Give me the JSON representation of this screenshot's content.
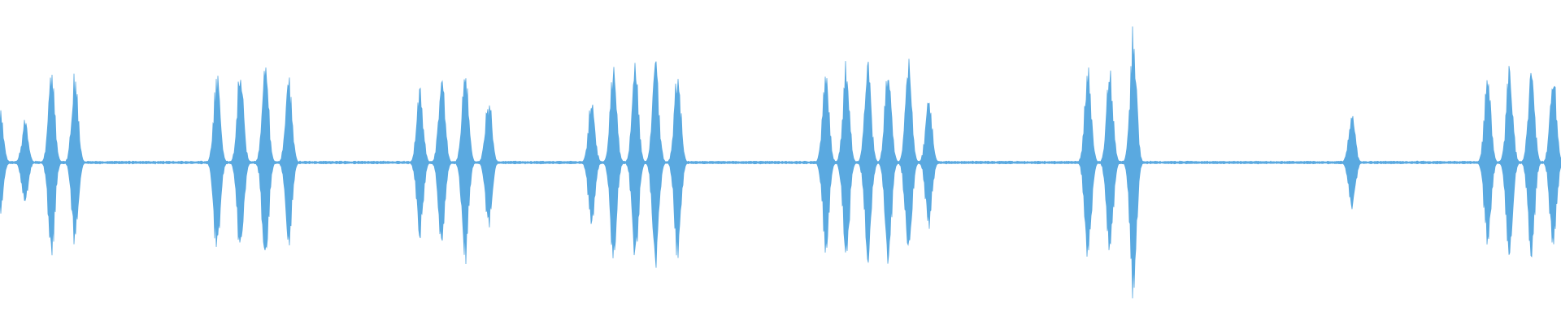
{
  "waveform": {
    "color": "#5aa9e0",
    "background": "#ffffff",
    "baseline_noise": 0.01,
    "bursts": [
      {
        "at": 0.0,
        "amp": 0.5
      },
      {
        "at": 0.016,
        "amp": 0.4
      },
      {
        "at": 0.033,
        "amp": 0.92
      },
      {
        "at": 0.048,
        "amp": 0.86
      },
      {
        "at": 0.139,
        "amp": 0.92
      },
      {
        "at": 0.154,
        "amp": 0.94
      },
      {
        "at": 0.17,
        "amp": 1.0
      },
      {
        "at": 0.185,
        "amp": 0.86
      },
      {
        "at": 0.269,
        "amp": 0.74
      },
      {
        "at": 0.283,
        "amp": 0.86
      },
      {
        "at": 0.298,
        "amp": 0.97
      },
      {
        "at": 0.313,
        "amp": 0.66
      },
      {
        "at": 0.379,
        "amp": 0.62
      },
      {
        "at": 0.393,
        "amp": 0.98
      },
      {
        "at": 0.407,
        "amp": 1.0
      },
      {
        "at": 0.42,
        "amp": 1.02
      },
      {
        "at": 0.434,
        "amp": 0.94
      },
      {
        "at": 0.529,
        "amp": 0.92
      },
      {
        "at": 0.542,
        "amp": 1.0
      },
      {
        "at": 0.556,
        "amp": 1.02
      },
      {
        "at": 0.569,
        "amp": 1.0
      },
      {
        "at": 0.582,
        "amp": 1.0
      },
      {
        "at": 0.595,
        "amp": 0.66
      },
      {
        "at": 0.697,
        "amp": 1.0
      },
      {
        "at": 0.711,
        "amp": 0.95
      },
      {
        "at": 0.726,
        "amp": 1.28
      },
      {
        "at": 0.866,
        "amp": 0.51
      },
      {
        "at": 0.953,
        "amp": 0.88
      },
      {
        "at": 0.967,
        "amp": 0.96
      },
      {
        "at": 0.981,
        "amp": 0.94
      },
      {
        "at": 0.995,
        "amp": 0.9
      }
    ]
  }
}
